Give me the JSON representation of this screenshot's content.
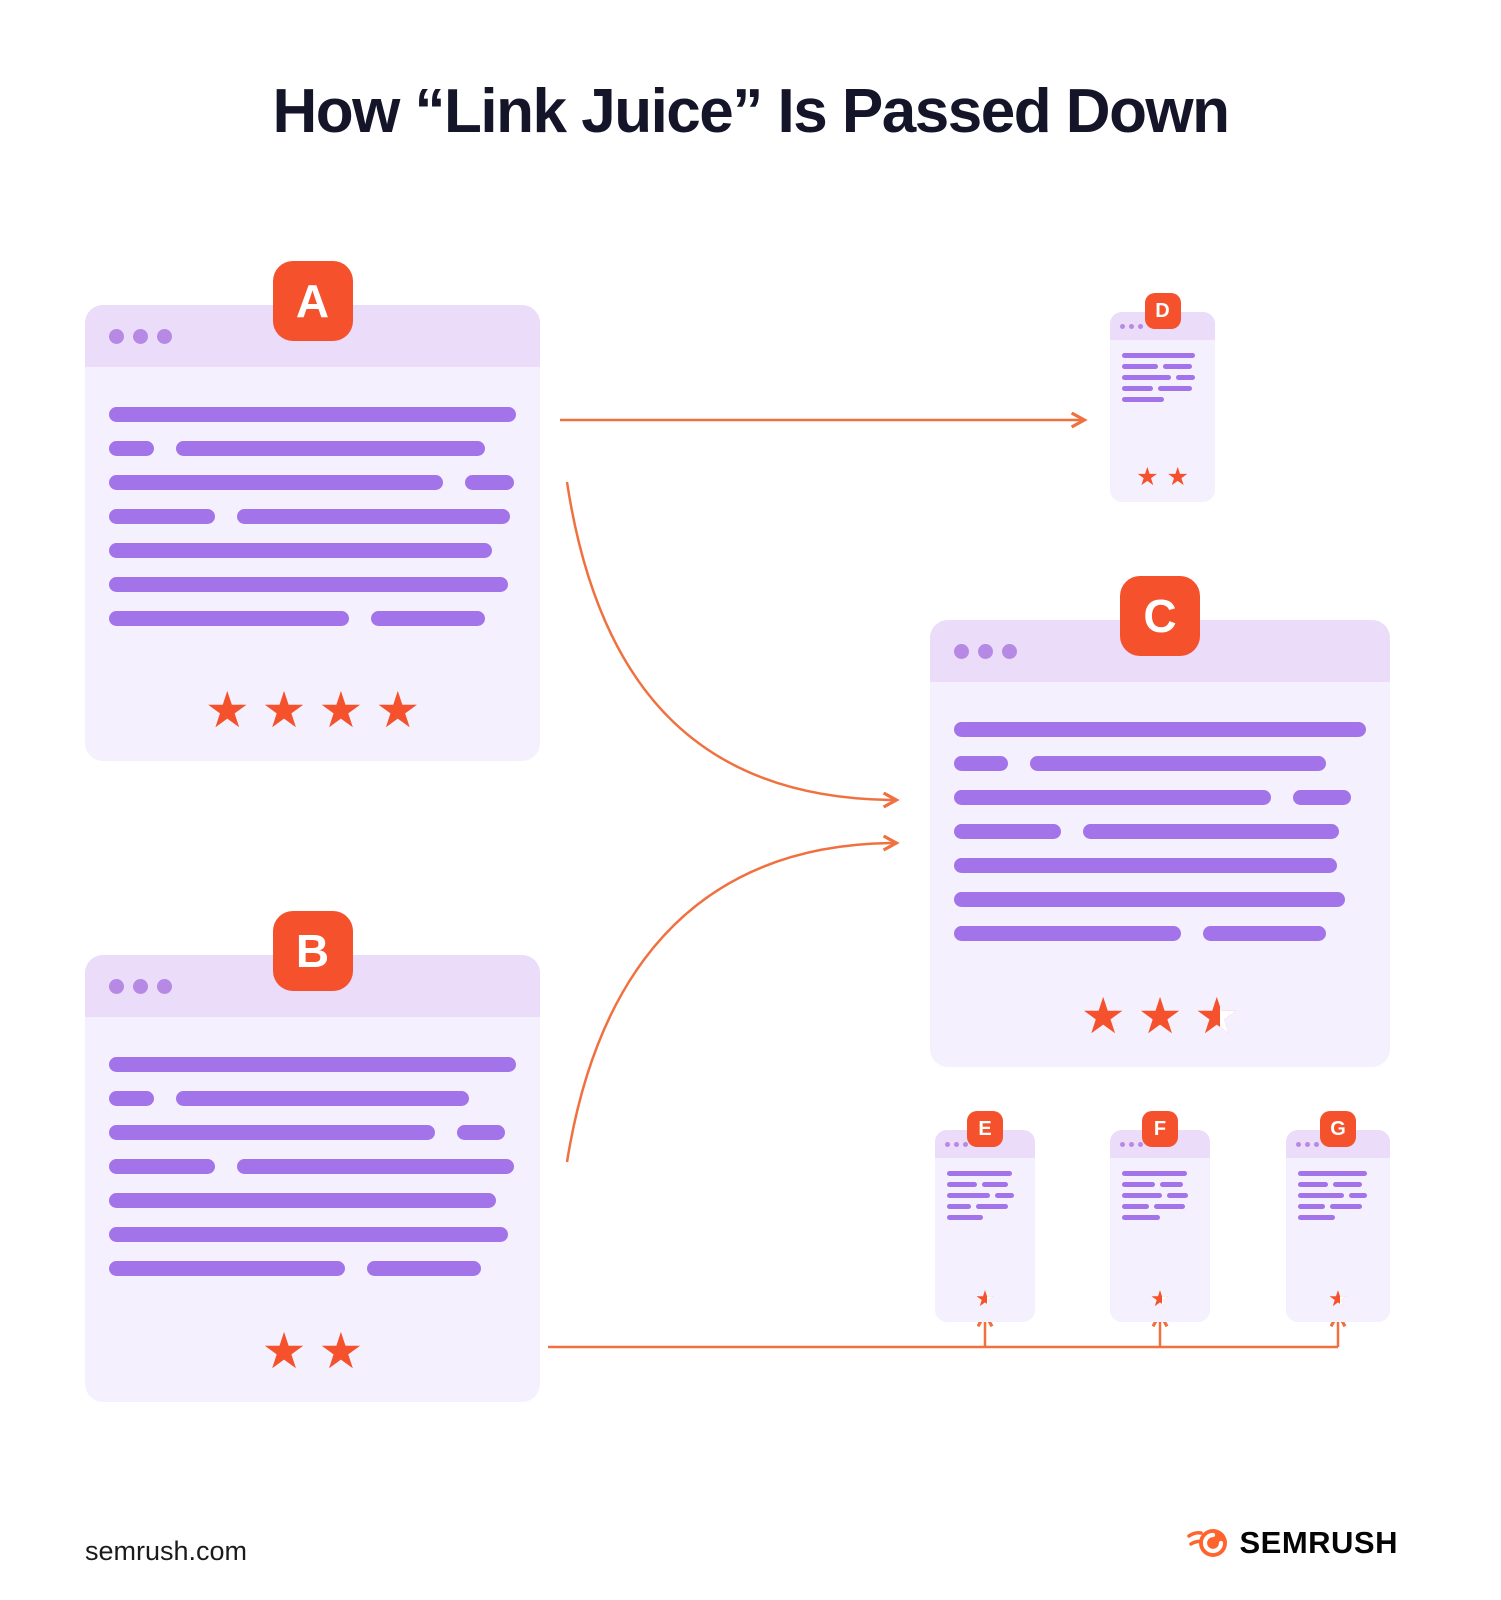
{
  "title": "How “Link Juice” Is Passed Down",
  "footer": {
    "site": "semrush.com",
    "brand": "SEMRUSH"
  },
  "colors": {
    "accent": "#f4512c",
    "line_purple": "#a273e9",
    "card_bg": "#f5f0fd",
    "header_bg": "#ebdcf9",
    "arrow": "#f0713f"
  },
  "links": [
    {
      "from": "A",
      "to": "D"
    },
    {
      "from": "A",
      "to": "C"
    },
    {
      "from": "B",
      "to": "C"
    },
    {
      "from": "B",
      "to": "E"
    },
    {
      "from": "B",
      "to": "F"
    },
    {
      "from": "B",
      "to": "G"
    }
  ],
  "pages": {
    "a": {
      "label": "A",
      "stars": 4,
      "lines": [
        [
          100
        ],
        [
          11,
          76
        ],
        [
          82,
          12
        ],
        [
          26,
          67
        ],
        [
          94
        ],
        [
          98
        ],
        [
          59,
          28
        ]
      ]
    },
    "b": {
      "label": "B",
      "stars": 2,
      "lines": [
        [
          100
        ],
        [
          11,
          72
        ],
        [
          80,
          12
        ],
        [
          26,
          68
        ],
        [
          95
        ],
        [
          98
        ],
        [
          58,
          28
        ]
      ]
    },
    "c": {
      "label": "C",
      "stars": 2.5,
      "lines": [
        [
          100
        ],
        [
          13,
          72
        ],
        [
          77,
          14
        ],
        [
          26,
          62
        ],
        [
          93
        ],
        [
          95
        ],
        [
          55,
          30
        ]
      ]
    },
    "d": {
      "label": "D",
      "stars": 2,
      "lines": [
        [
          90
        ],
        [
          44,
          36
        ],
        [
          60,
          24
        ],
        [
          38,
          42
        ],
        [
          52
        ]
      ]
    },
    "e": {
      "label": "E",
      "stars": 0.5,
      "lines": [
        [
          86
        ],
        [
          40,
          34
        ],
        [
          56,
          26
        ],
        [
          32,
          42
        ],
        [
          48
        ]
      ]
    },
    "f": {
      "label": "F",
      "stars": 0.5,
      "lines": [
        [
          86
        ],
        [
          44,
          30
        ],
        [
          52,
          28
        ],
        [
          36,
          40
        ],
        [
          50
        ]
      ]
    },
    "g": {
      "label": "G",
      "stars": 0.5,
      "lines": [
        [
          86
        ],
        [
          38,
          36
        ],
        [
          58,
          22
        ],
        [
          34,
          40
        ],
        [
          46
        ]
      ]
    }
  }
}
